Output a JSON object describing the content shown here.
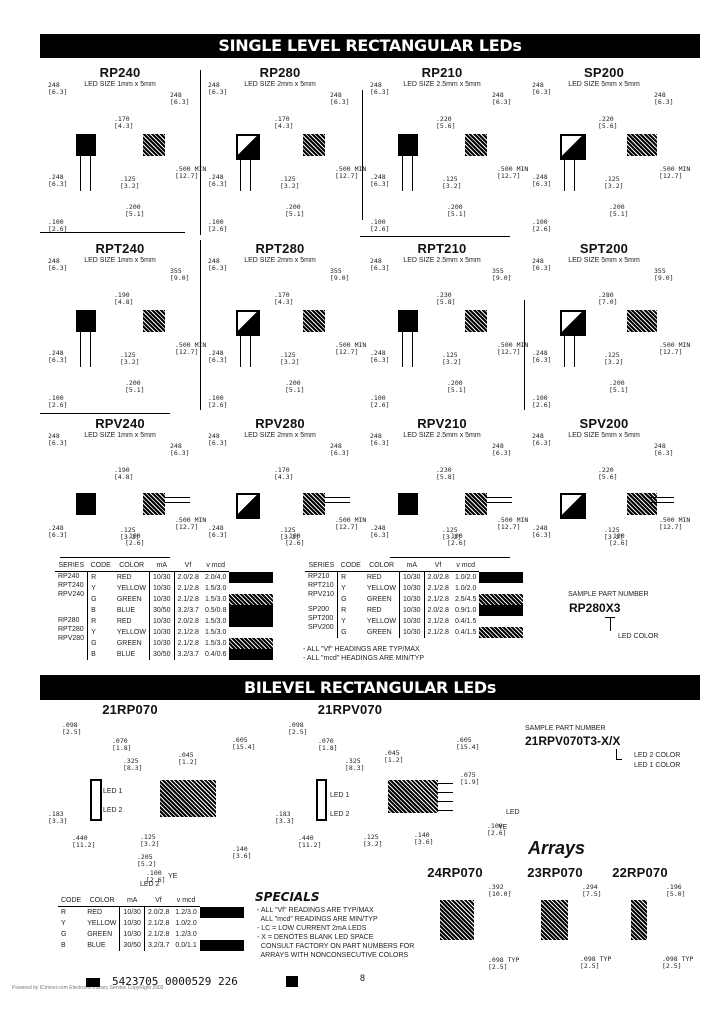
{
  "single_level": {
    "title": "SINGLE LEVEL RECTANGULAR LEDs",
    "parts": [
      {
        "name": "RP240",
        "size": "LED SIZE 1mm x 5mm",
        "dims": [
          "248\n[6.3]",
          "248\n[6.3]",
          ".170\n[4.3]",
          ".248\n[6.3]",
          ".125\n[3.2]",
          ".500 MIN\n[12.7]",
          ".200\n[5.1]",
          ".100\n[2.6]"
        ]
      },
      {
        "name": "RP280",
        "size": "LED SIZE 2mm x 5mm",
        "dims": [
          "248\n[6.3]",
          "248\n[6.3]",
          ".170\n[4.3]",
          ".248\n[6.3]",
          ".125\n[3.2]",
          ".500 MIN\n[12.7]",
          ".200\n[5.1]",
          ".100\n[2.6]"
        ]
      },
      {
        "name": "RP210",
        "size": "LED SIZE 2.5mm x 5mm",
        "dims": [
          "248\n[6.3]",
          "248\n[6.3]",
          ".220\n[5.6]",
          ".248\n[6.3]",
          ".125\n[3.2]",
          ".500 MIN\n[12.7]",
          ".200\n[5.1]",
          ".100\n[2.6]"
        ]
      },
      {
        "name": "SP200",
        "size": "LED SIZE 5mm x 5mm",
        "dims": [
          "248\n[6.3]",
          "248\n[6.3]",
          ".220\n[5.6]",
          ".248\n[6.3]",
          ".125\n[3.2]",
          ".500 MIN\n[12.7]",
          ".200\n[5.1]",
          ".100\n[2.6]"
        ]
      },
      {
        "name": "RPT240",
        "size": "LED SIZE 1mm x 5mm",
        "dims": [
          "248\n[6.3]",
          "355\n[9.0]",
          ".190\n[4.8]",
          ".248\n[6.3]",
          ".125\n[3.2]",
          ".500 MIN\n[12.7]",
          ".200\n[5.1]",
          ".100\n[2.6]"
        ]
      },
      {
        "name": "RPT280",
        "size": "LED SIZE 2mm x 5mm",
        "dims": [
          "248\n[6.3]",
          "355\n[9.0]",
          ".170\n[4.3]",
          ".248\n[6.3]",
          ".125\n[3.2]",
          ".500 MIN\n[12.7]",
          ".200\n[5.1]",
          ".100\n[2.6]"
        ]
      },
      {
        "name": "RPT210",
        "size": "LED SIZE 2.5mm x 5mm",
        "dims": [
          "248\n[6.3]",
          "355\n[9.0]",
          ".230\n[5.8]",
          ".248\n[6.3]",
          ".125\n[3.2]",
          ".500 MIN\n[12.7]",
          ".200\n[5.1]",
          ".100\n[2.6]"
        ]
      },
      {
        "name": "SPT200",
        "size": "LED SIZE 5mm x 5mm",
        "dims": [
          "248\n[6.3]",
          "355\n[9.0]",
          ".280\n[7.0]",
          ".248\n[6.3]",
          ".125\n[3.2]",
          ".500 MIN\n[12.7]",
          ".200\n[5.1]",
          ".100\n[2.6]"
        ]
      },
      {
        "name": "RPV240",
        "size": "LED SIZE 1mm x 5mm",
        "dims": [
          "248\n[6.3]",
          "248\n[6.3]",
          ".190\n[4.8]",
          ".248\n[6.3]",
          ".125\n[3.2]",
          ".500 MIN\n[12.7]",
          ".100\n[2.6]"
        ]
      },
      {
        "name": "RPV280",
        "size": "LED SIZE 2mm x 5mm",
        "dims": [
          "248\n[6.3]",
          "248\n[6.3]",
          ".170\n[4.3]",
          ".248\n[6.3]",
          ".125\n[3.2]",
          ".500 MIN\n[12.7]",
          ".100\n[2.6]"
        ]
      },
      {
        "name": "RPV210",
        "size": "LED SIZE 2.5mm x 5mm",
        "dims": [
          "248\n[6.3]",
          "248\n[6.3]",
          ".230\n[5.8]",
          ".248\n[6.3]",
          ".125\n[3.2]",
          ".500 MIN\n[12.7]",
          ".100\n[2.6]"
        ]
      },
      {
        "name": "SPV200",
        "size": "LED SIZE 5mm x 5mm",
        "dims": [
          "248\n[6.3]",
          "248\n[6.3]",
          ".220\n[5.6]",
          ".248\n[6.3]",
          ".125\n[3.2]",
          ".500 MIN\n[12.7]",
          ".100\n[2.6]"
        ]
      }
    ],
    "table_left": {
      "headers": [
        "SERIES",
        "CODE",
        "COLOR",
        "mA",
        "Vf",
        "v mcd"
      ],
      "groups": [
        {
          "series": "RP240\nRPT240\nRPV240",
          "rows": [
            [
              "R",
              "RED",
              "10/30",
              "2.0/2.8",
              "2.0/4.0",
              "solid"
            ],
            [
              "Y",
              "YELLOW",
              "10/30",
              "2.1/2.8",
              "1.5/3.0",
              "none"
            ],
            [
              "G",
              "GREEN",
              "10/30",
              "2.1/2.8",
              "1.5/3.0",
              "hatch"
            ],
            [
              "B",
              "BLUE",
              "30/50",
              "3.2/3.7",
              "0.5/0.8",
              "solid"
            ]
          ]
        },
        {
          "series": "RP280\nRPT280\nRPV280",
          "rows": [
            [
              "R",
              "RED",
              "10/30",
              "2.0/2.8",
              "1.5/3.0",
              "solid"
            ],
            [
              "Y",
              "YELLOW",
              "10/30",
              "2.1/2.8",
              "1.5/3.0",
              "none"
            ],
            [
              "G",
              "GREEN",
              "10/30",
              "2.1/2.8",
              "1.5/3.0",
              "hatch"
            ],
            [
              "B",
              "BLUE",
              "30/50",
              "3.2/3.7",
              "0.4/0.6",
              "solid"
            ]
          ]
        }
      ]
    },
    "table_right": {
      "headers": [
        "SERIES",
        "CODE",
        "COLOR",
        "mA",
        "Vf",
        "v mcd"
      ],
      "groups": [
        {
          "series": "RP210\nRPT210\nRPV210",
          "rows": [
            [
              "R",
              "RED",
              "10/30",
              "2.0/2.8",
              "1.0/2.0",
              "solid"
            ],
            [
              "Y",
              "YELLOW",
              "10/30",
              "2.1/2.8",
              "1.0/2.0",
              "none"
            ],
            [
              "G",
              "GREEN",
              "10/30",
              "2.1/2.8",
              "2.5/4.5",
              "hatch"
            ]
          ]
        },
        {
          "series": "SP200\nSPT200\nSPV200",
          "rows": [
            [
              "R",
              "RED",
              "10/30",
              "2.0/2.8",
              "0.9/1.0",
              "solid"
            ],
            [
              "Y",
              "YELLOW",
              "10/30",
              "2.1/2.8",
              "0.4/1.5",
              "none"
            ],
            [
              "G",
              "GREEN",
              "10/30",
              "2.1/2.8",
              "0.4/1.5",
              "hatch"
            ]
          ]
        }
      ]
    },
    "notes": "- ALL \"Vf\" HEADINGS ARE TYP/MAX\n- ALL \"mcd\" HEADINGS ARE MIN/TYP",
    "sample": {
      "label": "SAMPLE PART NUMBER",
      "number": "RP280X3",
      "callout": "LED COLOR"
    }
  },
  "bilevel": {
    "title": "BILEVEL RECTANGULAR LEDs",
    "parts": [
      {
        "name": "21RP070",
        "led1": "LED 1",
        "led2": "LED 2",
        "dims": [
          ".098\n[2.5]",
          ".070\n[1.8]",
          ".325\n[8.3]",
          ".045\n[1.2]",
          ".605\n[15.4]",
          ".183\n[3.3]",
          ".440\n[11.2]",
          ".125\n[3.2]",
          ".205\n[5.2]",
          ".100\n[2.6]",
          ".140\n[3.6]"
        ],
        "ye_label": "YE",
        "bottom_label": "LED 2"
      },
      {
        "name": "21RPV070",
        "led1": "LED 1",
        "led2": "LED 2",
        "dims": [
          ".098\n[2.5]",
          ".070\n[1.8]",
          ".325\n[8.3]",
          ".045\n[1.2]",
          ".605\n[15.4]",
          ".075\n[1.9]",
          ".183\n[3.3]",
          ".440\n[11.2]",
          ".125\n[3.2]",
          ".140\n[3.6]",
          ".100\n[2.6]"
        ],
        "ye_label": "YE",
        "right_label": "LED"
      }
    ],
    "sample": {
      "label": "SAMPLE PART NUMBER",
      "number": "21RPV070T3-X/X",
      "callouts": [
        "LED 2 COLOR",
        "LED 1 COLOR"
      ]
    },
    "specials": {
      "title": "SPECIALS",
      "headers": [
        "CODE",
        "COLOR",
        "mA",
        "Vf",
        "v mcd"
      ],
      "rows": [
        [
          "R",
          "RED",
          "10/30",
          "2.0/2.8",
          "1.2/3.0",
          "solid"
        ],
        [
          "Y",
          "YELLOW",
          "10/30",
          "2.1/2.8",
          "1.0/2.0",
          "none"
        ],
        [
          "G",
          "GREEN",
          "10/30",
          "2.1/2.8",
          "1.2/3.0",
          "none"
        ],
        [
          "B",
          "BLUE",
          "30/50",
          "3.2/3.7",
          "0.0/1.1",
          "solid"
        ]
      ],
      "notes": "- ALL \"Vf\" READINGS ARE TYP/MAX\n  ALL \"mcd\" READINGS ARE MIN/TYP\n- LC = LOW CURRENT 2mA LEDS\n- X = DENOTES BLANK LED SPACE\n  CONSULT FACTORY ON PART NUMBERS FOR\n  ARRAYS WITH NONCONSECUTIVE COLORS"
    },
    "arrays": {
      "title": "Arrays",
      "parts": [
        {
          "name": "24RP070",
          "dims": [
            ".392\n[10.0]",
            ".098 TYP\n[2.5]"
          ]
        },
        {
          "name": "23RP070",
          "dims": [
            ".294\n[7.5]",
            ".098 TYP\n[2.5]"
          ]
        },
        {
          "name": "22RP070",
          "dims": [
            ".196\n[5.0]",
            ".098 TYP\n[2.5]"
          ]
        }
      ]
    }
  },
  "footer": {
    "barcode": "5423705 0000529 226",
    "powered": "Powered by ICminer.com Electronic-Library Service CopyRight 2003",
    "page": "8"
  }
}
